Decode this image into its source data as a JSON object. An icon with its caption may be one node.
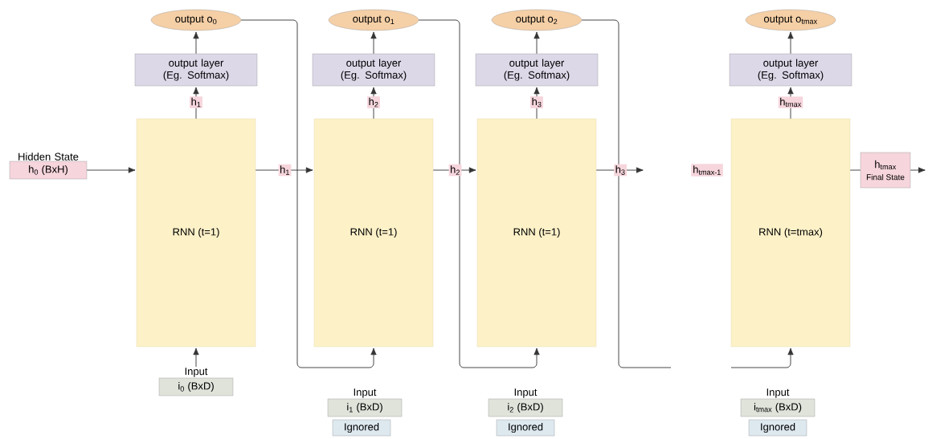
{
  "diagram": {
    "nodes": [
      {
        "text": [
          "output o$_{0}$"
        ]
      },
      {
        "text": [
          "output layer (Eg. Softmax)"
        ]
      },
      {
        "text": [
          "RNN (t=1)"
        ]
      },
      {
        "text": [
          "output o$_{1}$"
        ]
      },
      {
        "text": [
          "output layer (Eg. Softmax)"
        ]
      },
      {
        "text": [
          "RNN (t=1)"
        ]
      },
      {
        "text": [
          "output o$_{2}$"
        ]
      },
      {
        "text": [
          "output layer (Eg. Softmax)"
        ]
      },
      {
        "text": [
          "RNN (t=1)"
        ]
      },
      {
        "text": [
          "output o$_{tmax}$"
        ]
      },
      {
        "text": [
          "output layer (Eg. Softmax)"
        ]
      },
      {
        "text": [
          "RNN (t=tmax)"
        ]
      },
      {
        "text": [
          "Hidden State",
          "h$_{0}$ (BxH)"
        ]
      },
      {
        "text": [
          "Input",
          "i$_{0}$ (BxD)"
        ]
      },
      {
        "text": [
          "Input",
          "i$_{1}$ (BxD)"
        ]
      },
      {
        "text": [
          "Ignored"
        ]
      },
      {
        "text": [
          "Input",
          "i$_{2}$ (BxD)"
        ]
      },
      {
        "text": [
          "Ignored"
        ]
      },
      {
        "text": [
          "Input",
          "i$_{tmax}$ (BxD)"
        ]
      },
      {
        "text": [
          "Ignored"
        ]
      },
      {
        "text": [
          "h$_{tmax-1}$"
        ]
      },
      {
        "text": [
          "h$_{tmax}$",
          "Final State"
        ]
      }
    ],
    "edges": [
      {
        "from": 1,
        "to": 0,
        "arrow": "to"
      },
      {
        "from": 2,
        "to": 1,
        "arrow": "to",
        "label": "h$_{1}$"
      },
      {
        "from": 12,
        "to": 2,
        "arrow": "to"
      },
      {
        "from": 13,
        "to": 2,
        "arrow": "to"
      },
      {
        "from": 2,
        "to": 5,
        "arrow": "to",
        "label": "h$_{1}$"
      },
      {
        "from": 0,
        "to": 5,
        "arrow": "to"
      },
      {
        "from": 4,
        "to": 3,
        "arrow": "to"
      },
      {
        "from": 5,
        "to": 4,
        "arrow": "to",
        "label": "h$_{2}$"
      },
      {
        "from": 5,
        "to": 8,
        "arrow": "to",
        "label": "h$_{2}$"
      },
      {
        "from": 3,
        "to": 8,
        "arrow": "to"
      },
      {
        "from": 7,
        "to": 6,
        "arrow": "to"
      },
      {
        "from": 8,
        "to": 7,
        "arrow": "to",
        "label": "h$_{3}$"
      },
      {
        "from": 8,
        "to": null,
        "arrow": "to",
        "label": "h$_{3}$"
      },
      {
        "from": 6,
        "to": null,
        "arrow": "none"
      },
      {
        "from": null,
        "to": 11,
        "arrow": "to"
      },
      {
        "from": 10,
        "to": 9,
        "arrow": "to"
      },
      {
        "from": 11,
        "to": 10,
        "arrow": "to",
        "label": "h$_{tmax}$"
      },
      {
        "from": 11,
        "to": 21,
        "arrow": "none"
      },
      {
        "from": 21,
        "to": null,
        "arrow": "to"
      }
    ]
  }
}
